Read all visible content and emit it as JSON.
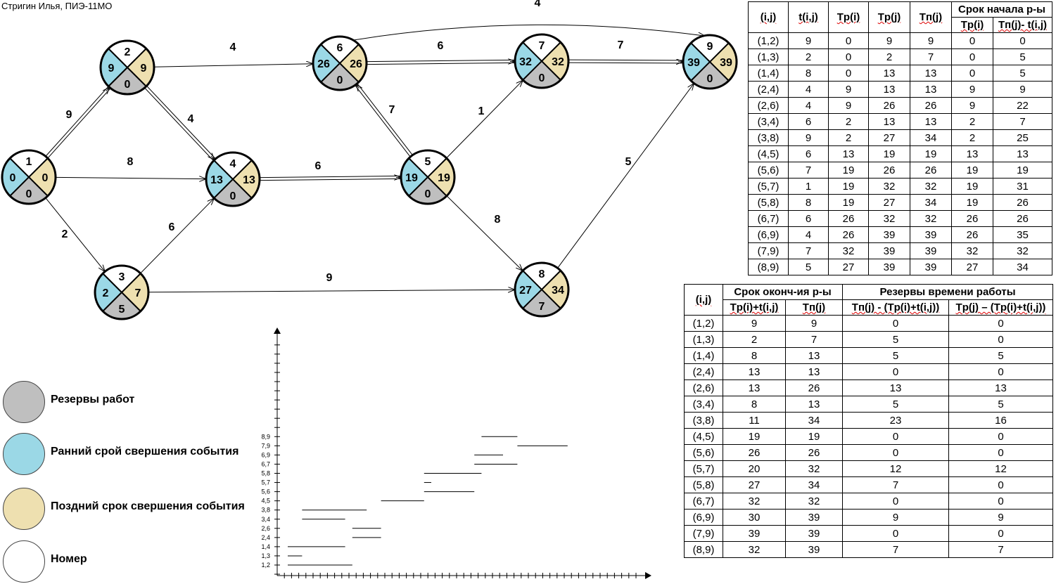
{
  "author": "Стригин Илья, ПИЭ-11МО",
  "colors": {
    "reserve": "#bfbfbf",
    "early": "#9bd8e6",
    "late": "#eee0b0",
    "number": "#ffffff"
  },
  "nodes": [
    {
      "num": "1",
      "early": "0",
      "late": "0",
      "reserve": "0"
    },
    {
      "num": "2",
      "early": "9",
      "late": "9",
      "reserve": "0"
    },
    {
      "num": "3",
      "early": "2",
      "late": "7",
      "reserve": "5"
    },
    {
      "num": "4",
      "early": "13",
      "late": "13",
      "reserve": "0"
    },
    {
      "num": "5",
      "early": "19",
      "late": "19",
      "reserve": "0"
    },
    {
      "num": "6",
      "early": "26",
      "late": "26",
      "reserve": "0"
    },
    {
      "num": "7",
      "early": "32",
      "late": "32",
      "reserve": "0"
    },
    {
      "num": "8",
      "early": "27",
      "late": "34",
      "reserve": "7"
    },
    {
      "num": "9",
      "early": "39",
      "late": "39",
      "reserve": "0"
    }
  ],
  "edges": [
    {
      "from": "1",
      "to": "2",
      "w": "9",
      "critical": true
    },
    {
      "from": "1",
      "to": "3",
      "w": "2",
      "critical": false
    },
    {
      "from": "1",
      "to": "4",
      "w": "8",
      "critical": false
    },
    {
      "from": "2",
      "to": "4",
      "w": "4",
      "critical": true
    },
    {
      "from": "2",
      "to": "6",
      "w": "4",
      "critical": false
    },
    {
      "from": "3",
      "to": "4",
      "w": "6",
      "critical": false
    },
    {
      "from": "3",
      "to": "8",
      "w": "9",
      "critical": false
    },
    {
      "from": "4",
      "to": "5",
      "w": "6",
      "critical": true
    },
    {
      "from": "5",
      "to": "6",
      "w": "7",
      "critical": true
    },
    {
      "from": "5",
      "to": "7",
      "w": "1",
      "critical": false
    },
    {
      "from": "5",
      "to": "8",
      "w": "8",
      "critical": false
    },
    {
      "from": "6",
      "to": "7",
      "w": "6",
      "critical": true
    },
    {
      "from": "6",
      "to": "9",
      "w": "4",
      "critical": false
    },
    {
      "from": "7",
      "to": "9",
      "w": "7",
      "critical": true
    },
    {
      "from": "8",
      "to": "9",
      "w": "5",
      "critical": false
    }
  ],
  "legend": [
    {
      "key": "reserve",
      "label": "Резервы работ"
    },
    {
      "key": "early",
      "label": "Ранний срой свершения события"
    },
    {
      "key": "late",
      "label": "Поздний срок свершения события"
    },
    {
      "key": "number",
      "label": "Номер"
    }
  ],
  "table1": {
    "headers": {
      "ij": "(i,j)",
      "t": "t(i,j)",
      "tpi": "Tр(i)",
      "tpj": "Tр(j)",
      "tnj": "Tп(j)",
      "group": "Срок начала р-ы",
      "s1": "Tр(i)",
      "s2": "Tп(j)- t(i,j)"
    },
    "rows": [
      [
        "(1,2)",
        "9",
        "0",
        "9",
        "9",
        "0",
        "0"
      ],
      [
        "(1,3)",
        "2",
        "0",
        "2",
        "7",
        "0",
        "5"
      ],
      [
        "(1,4)",
        "8",
        "0",
        "13",
        "13",
        "0",
        "5"
      ],
      [
        "(2,4)",
        "4",
        "9",
        "13",
        "13",
        "9",
        "9"
      ],
      [
        "(2,6)",
        "4",
        "9",
        "26",
        "26",
        "9",
        "22"
      ],
      [
        "(3,4)",
        "6",
        "2",
        "13",
        "13",
        "2",
        "7"
      ],
      [
        "(3,8)",
        "9",
        "2",
        "27",
        "34",
        "2",
        "25"
      ],
      [
        "(4,5)",
        "6",
        "13",
        "19",
        "19",
        "13",
        "13"
      ],
      [
        "(5,6)",
        "7",
        "19",
        "26",
        "26",
        "19",
        "19"
      ],
      [
        "(5,7)",
        "1",
        "19",
        "32",
        "32",
        "19",
        "31"
      ],
      [
        "(5,8)",
        "8",
        "19",
        "27",
        "34",
        "19",
        "26"
      ],
      [
        "(6,7)",
        "6",
        "26",
        "32",
        "32",
        "26",
        "26"
      ],
      [
        "(6,9)",
        "4",
        "26",
        "39",
        "39",
        "26",
        "35"
      ],
      [
        "(7,9)",
        "7",
        "32",
        "39",
        "39",
        "32",
        "32"
      ],
      [
        "(8,9)",
        "5",
        "27",
        "39",
        "39",
        "27",
        "34"
      ]
    ]
  },
  "table2": {
    "headers": {
      "ij": "(i,j)",
      "g1": "Срок оконч-ия р-ы",
      "g2": "Резервы времени работы",
      "c1": "Tр(i)+t(i,j)",
      "c2": "Tп(j)",
      "c3": "Tп(j) - (Tр(i)+t(i,j))",
      "c4": "Tр(j) – (Tр(i)+t(i,j))"
    },
    "rows": [
      [
        "(1,2)",
        "9",
        "9",
        "0",
        "0"
      ],
      [
        "(1,3)",
        "2",
        "7",
        "5",
        "0"
      ],
      [
        "(1,4)",
        "8",
        "13",
        "5",
        "5"
      ],
      [
        "(2,4)",
        "13",
        "13",
        "0",
        "0"
      ],
      [
        "(2,6)",
        "13",
        "26",
        "13",
        "13"
      ],
      [
        "(3,4)",
        "8",
        "13",
        "5",
        "5"
      ],
      [
        "(3,8)",
        "11",
        "34",
        "23",
        "16"
      ],
      [
        "(4,5)",
        "19",
        "19",
        "0",
        "0"
      ],
      [
        "(5,6)",
        "26",
        "26",
        "0",
        "0"
      ],
      [
        "(5,7)",
        "20",
        "32",
        "12",
        "12"
      ],
      [
        "(5,8)",
        "27",
        "34",
        "7",
        "0"
      ],
      [
        "(6,7)",
        "32",
        "32",
        "0",
        "0"
      ],
      [
        "(6,9)",
        "30",
        "39",
        "9",
        "9"
      ],
      [
        "(7,9)",
        "39",
        "39",
        "0",
        "0"
      ],
      [
        "(8,9)",
        "32",
        "39",
        "7",
        "7"
      ]
    ]
  },
  "gantt": {
    "labels": [
      "1,2",
      "1,3",
      "1,4",
      "2,4",
      "2,6",
      "3,4",
      "3,8",
      "4,5",
      "5,6",
      "5,7",
      "5,8",
      "6,7",
      "6,9",
      "7,9",
      "8,9"
    ],
    "bars": [
      {
        "label": "1,2",
        "start": 0,
        "end": 9
      },
      {
        "label": "1,3",
        "start": 0,
        "end": 2
      },
      {
        "label": "1,4",
        "start": 0,
        "end": 8
      },
      {
        "label": "2,4",
        "start": 9,
        "end": 13
      },
      {
        "label": "2,6",
        "start": 9,
        "end": 13
      },
      {
        "label": "3,4",
        "start": 2,
        "end": 8
      },
      {
        "label": "3,8",
        "start": 2,
        "end": 11
      },
      {
        "label": "4,5",
        "start": 13,
        "end": 19
      },
      {
        "label": "5,6",
        "start": 19,
        "end": 26
      },
      {
        "label": "5,7",
        "start": 19,
        "end": 20
      },
      {
        "label": "5,8",
        "start": 19,
        "end": 27
      },
      {
        "label": "6,7",
        "start": 26,
        "end": 32
      },
      {
        "label": "6,9",
        "start": 26,
        "end": 30
      },
      {
        "label": "7,9",
        "start": 32,
        "end": 39
      },
      {
        "label": "8,9",
        "start": 27,
        "end": 32
      }
    ]
  }
}
